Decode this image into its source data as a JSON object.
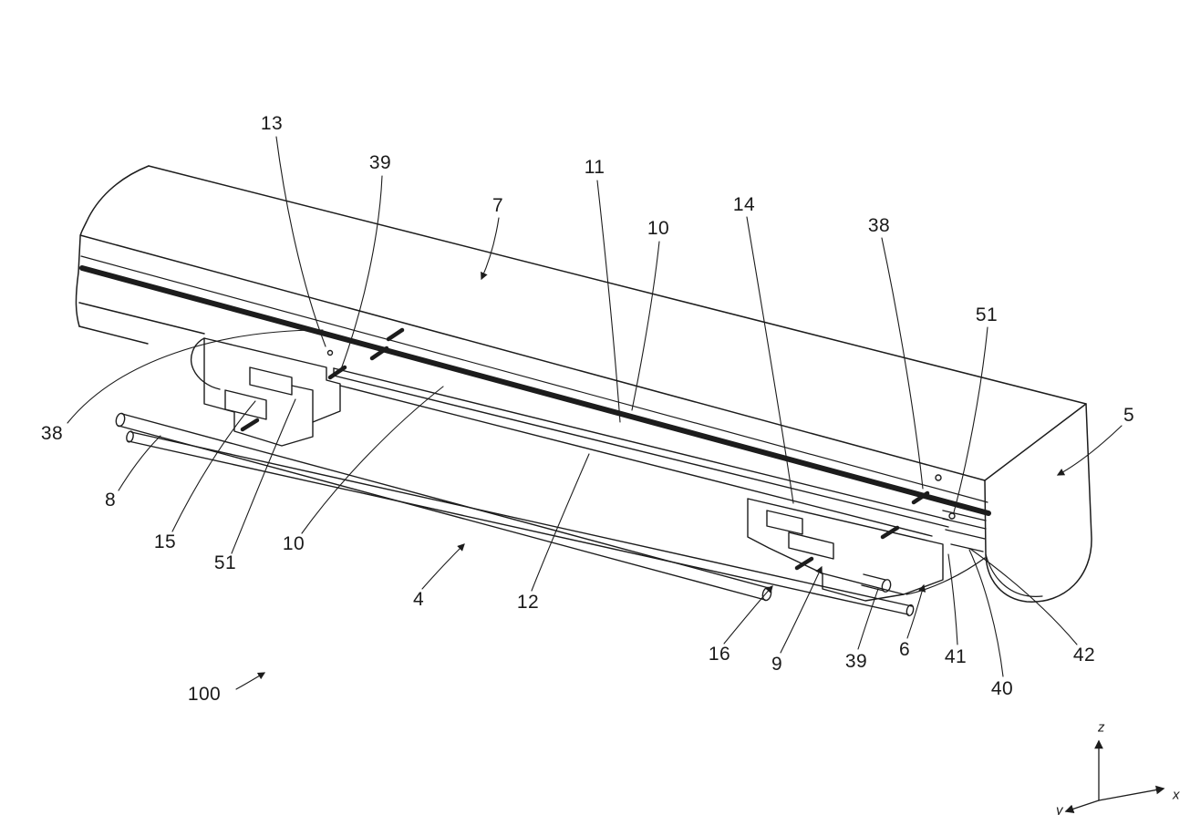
{
  "figure": {
    "background": "#ffffff",
    "line_color": "#1c1c1c"
  },
  "reference_labels": {
    "r13": "13",
    "r39_top": "39",
    "r11": "11",
    "r7": "7",
    "r10_top": "10",
    "r14": "14",
    "r38_right": "38",
    "r51_right": "51",
    "r5": "5",
    "r38_left": "38",
    "r8": "8",
    "r15": "15",
    "r51_left": "51",
    "r10_left": "10",
    "r4": "4",
    "r12": "12",
    "r16": "16",
    "r9": "9",
    "r39_bottom": "39",
    "r6": "6",
    "r41": "41",
    "r40": "40",
    "r42": "42",
    "r100": "100"
  },
  "axis_labels": {
    "x": "x",
    "y": "y",
    "z": "z"
  }
}
